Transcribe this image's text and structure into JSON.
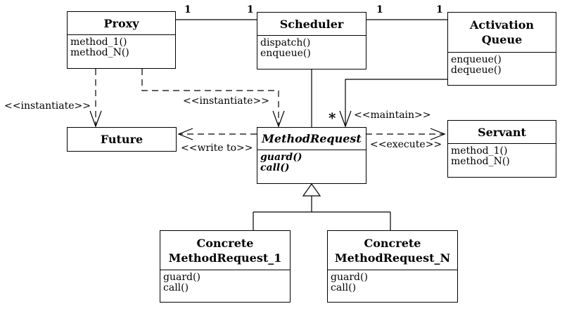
{
  "classes": {
    "proxy": {
      "name": "Proxy",
      "operations": [
        "method_1()",
        "method_N()"
      ]
    },
    "scheduler": {
      "name": "Scheduler",
      "operations": [
        "dispatch()",
        "enqueue()"
      ]
    },
    "activation_queue": {
      "name_line1": "Activation",
      "name_line2": "Queue",
      "operations": [
        "enqueue()",
        "dequeue()"
      ]
    },
    "future": {
      "name": "Future"
    },
    "method_request": {
      "name": "MethodRequest",
      "operations": [
        "guard()",
        "call()"
      ]
    },
    "servant": {
      "name": "Servant",
      "operations": [
        "method_1()",
        "method_N()"
      ]
    },
    "concrete_1": {
      "name_line1": "Concrete",
      "name_line2": "MethodRequest_1",
      "operations": [
        "guard()",
        "call()"
      ]
    },
    "concrete_n": {
      "name_line1": "Concrete",
      "name_line2": "MethodRequest_N",
      "operations": [
        "guard()",
        "call()"
      ]
    }
  },
  "relations": {
    "instantiate_left": "<<instantiate>>",
    "instantiate_center": "<<instantiate>>",
    "maintain": "<<maintain>>",
    "write_to": "<<write to>>",
    "execute": "<<execute>>"
  },
  "multiplicities": {
    "proxy_scheduler_proxy_end": "1",
    "proxy_scheduler_scheduler_end": "1",
    "scheduler_queue_scheduler_end": "1",
    "scheduler_queue_queue_end": "1",
    "queue_request_many": "*"
  }
}
